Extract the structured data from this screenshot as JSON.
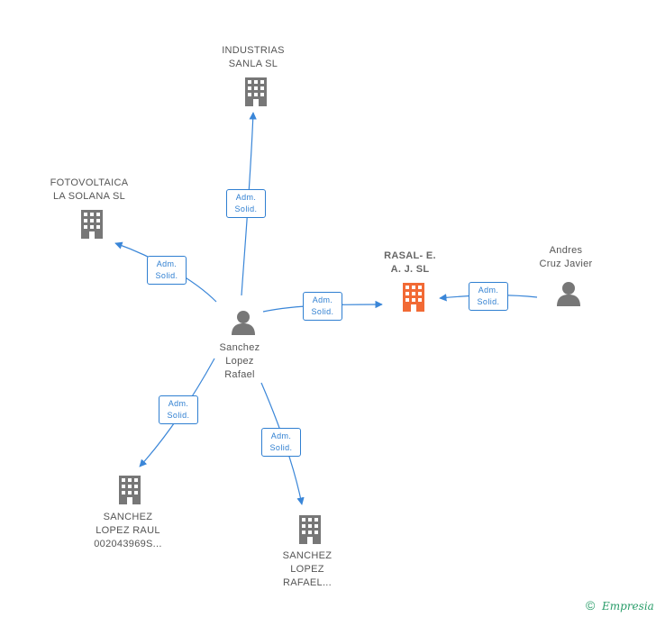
{
  "nodes": {
    "industrias": {
      "lines": [
        "INDUSTRIAS",
        "SANLA SL"
      ],
      "type": "company"
    },
    "fotovoltaica": {
      "lines": [
        "FOTOVOLTAICA",
        "LA SOLANA SL"
      ],
      "type": "company"
    },
    "rasal": {
      "lines": [
        "RASAL- E.",
        "A. J. SL"
      ],
      "type": "company",
      "focus": true
    },
    "andres": {
      "lines": [
        "Andres",
        "Cruz Javier"
      ],
      "type": "person"
    },
    "sanchez_person": {
      "lines": [
        "Sanchez",
        "Lopez",
        "Rafael"
      ],
      "type": "person"
    },
    "sanchez_raul": {
      "lines": [
        "SANCHEZ",
        "LOPEZ RAUL",
        "002043969S..."
      ],
      "type": "company"
    },
    "sanchez_rafael_co": {
      "lines": [
        "SANCHEZ",
        "LOPEZ",
        "RAFAEL..."
      ],
      "type": "company"
    }
  },
  "edges": [
    {
      "id": "e1",
      "from": "sanchez_person",
      "to": "industrias",
      "lines": [
        "Adm.",
        "Solid."
      ]
    },
    {
      "id": "e2",
      "from": "sanchez_person",
      "to": "fotovoltaica",
      "lines": [
        "Adm.",
        "Solid."
      ]
    },
    {
      "id": "e3",
      "from": "sanchez_person",
      "to": "rasal",
      "lines": [
        "Adm.",
        "Solid."
      ]
    },
    {
      "id": "e4",
      "from": "andres",
      "to": "rasal",
      "lines": [
        "Adm.",
        "Solid."
      ]
    },
    {
      "id": "e5",
      "from": "sanchez_person",
      "to": "sanchez_raul",
      "lines": [
        "Adm.",
        "Solid."
      ]
    },
    {
      "id": "e6",
      "from": "sanchez_person",
      "to": "sanchez_rafael_co",
      "lines": [
        "Adm.",
        "Solid."
      ]
    }
  ],
  "colors": {
    "edge": "#3a86d8",
    "company": "#777777",
    "focus_company": "#f26a35",
    "person": "#777777"
  },
  "footer": {
    "copyright_symbol": "©",
    "brand": "Empresia"
  }
}
